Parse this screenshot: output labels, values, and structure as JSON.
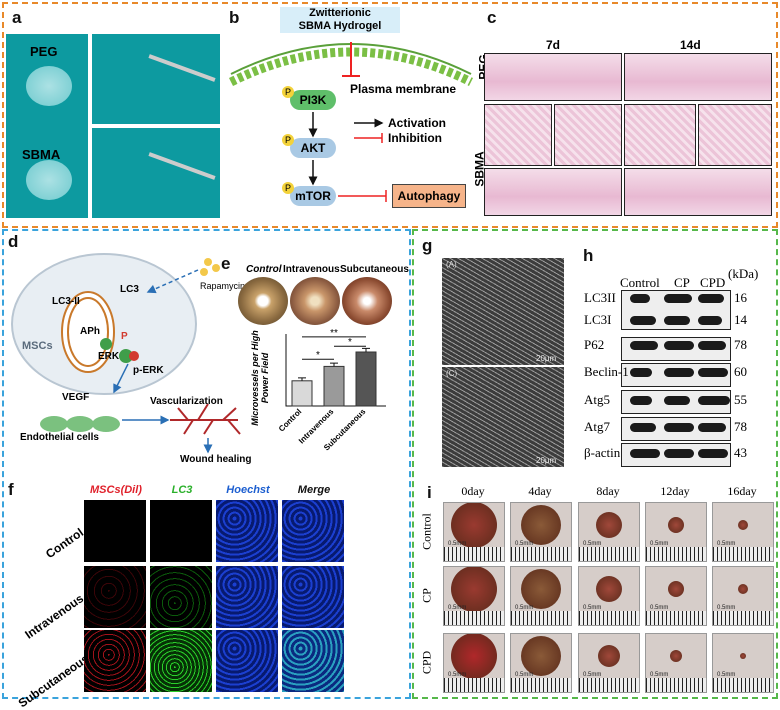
{
  "panels": {
    "a": "a",
    "b": "b",
    "c": "c",
    "d": "d",
    "e": "e",
    "f": "f",
    "g": "g",
    "h": "h",
    "i": "i"
  },
  "panel_a": {
    "label_top": "PEG",
    "label_bottom": "SBMA"
  },
  "panel_b": {
    "hydrogel": "Zwitterionic\nSBMA Hydrogel",
    "membrane": "Plasma membrane",
    "pi3k": "PI3K",
    "akt": "AKT",
    "mtor": "mTOR",
    "p": "P",
    "autophagy": "Autophagy",
    "activation": "Activation",
    "inhibition": "Inhibition"
  },
  "panel_c": {
    "col1": "7d",
    "col2": "14d",
    "row1": "PEG",
    "row2": "SBMA"
  },
  "panel_d": {
    "rapamycin": "Rapamycin",
    "lc3": "LC3",
    "lc3ii": "LC3-II",
    "aph": "APh",
    "p": "P",
    "erk": "ERK",
    "perk": "p-ERK",
    "mscs": "MSCs",
    "vegf": "VEGF",
    "endo": "Endothelial cells",
    "vasc": "Vascularization",
    "wound": "Wound healing"
  },
  "panel_e": {
    "col1": "Control",
    "col2": "Intravenous",
    "col3": "Subcutaneous",
    "ylabel": "Microvessels per High Power Field",
    "sig1": "*",
    "sig2": "*",
    "sig3": "**"
  },
  "chart_data": {
    "type": "bar",
    "categories": [
      "Control",
      "Intravenous",
      "Subcutaneous"
    ],
    "values": [
      7,
      11,
      15
    ],
    "errors": [
      0.8,
      0.9,
      1.0
    ],
    "ylim": [
      0,
      20
    ],
    "ylabel": "Microvessels per High Power Field",
    "colors": [
      "#d9d9d9",
      "#9a9a9a",
      "#555555"
    ]
  },
  "panel_f": {
    "cols": [
      "MSCs(Dil)",
      "LC3",
      "Hoechst",
      "Merge"
    ],
    "rows": [
      "Control",
      "Intravenous",
      "Subcutaneous"
    ],
    "col_colors": [
      "#e0202a",
      "#2bb02b",
      "#1d5fd0",
      "#111111"
    ]
  },
  "panel_g": {
    "top_tag": "(A)",
    "bottom_tag": "(C)",
    "scale": "20μm"
  },
  "panel_h": {
    "headers": [
      "Control",
      "CP",
      "CPD"
    ],
    "unit": "(kDa)",
    "rows": [
      {
        "name": "LC3II",
        "kda": "16"
      },
      {
        "name": "LC3I",
        "kda": "14"
      },
      {
        "name": "P62",
        "kda": "78"
      },
      {
        "name": "Beclin-1",
        "kda": "60"
      },
      {
        "name": "Atg5",
        "kda": "55"
      },
      {
        "name": "Atg7",
        "kda": "78"
      },
      {
        "name": "β-actin",
        "kda": "43"
      }
    ]
  },
  "panel_i": {
    "days": [
      "0day",
      "4day",
      "8day",
      "12day",
      "16day"
    ],
    "groups": [
      "Control",
      "CP",
      "CPD"
    ],
    "scale": "0.5mm"
  }
}
